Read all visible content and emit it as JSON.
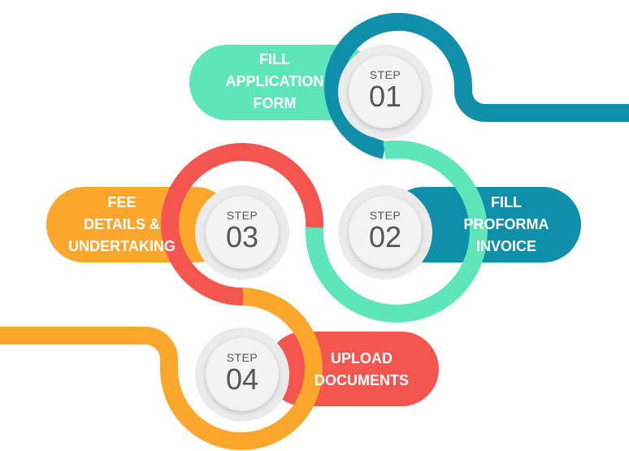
{
  "colors": {
    "step1": "#5de7b8",
    "step1_track": "#0f8fa9",
    "step2": "#0f8fa9",
    "step2_track": "#5de7b8",
    "step3": "#fba72b",
    "step3_track": "#f4564f",
    "step4": "#f4564f",
    "step4_track": "#fba72b",
    "circle": "#f4f4f4",
    "text": "#555555"
  },
  "steps": [
    {
      "word": "STEP",
      "number": "01",
      "lines": [
        "FILL",
        "APPLICATION",
        "FORM"
      ]
    },
    {
      "word": "STEP",
      "number": "02",
      "lines": [
        "FILL",
        "PROFORMA",
        "INVOICE"
      ]
    },
    {
      "word": "STEP",
      "number": "03",
      "lines": [
        "FEE",
        "DETAILS &",
        "UNDERTAKING"
      ]
    },
    {
      "word": "STEP",
      "number": "04",
      "lines": [
        "UPLOAD",
        "DOCUMENTS"
      ]
    }
  ]
}
